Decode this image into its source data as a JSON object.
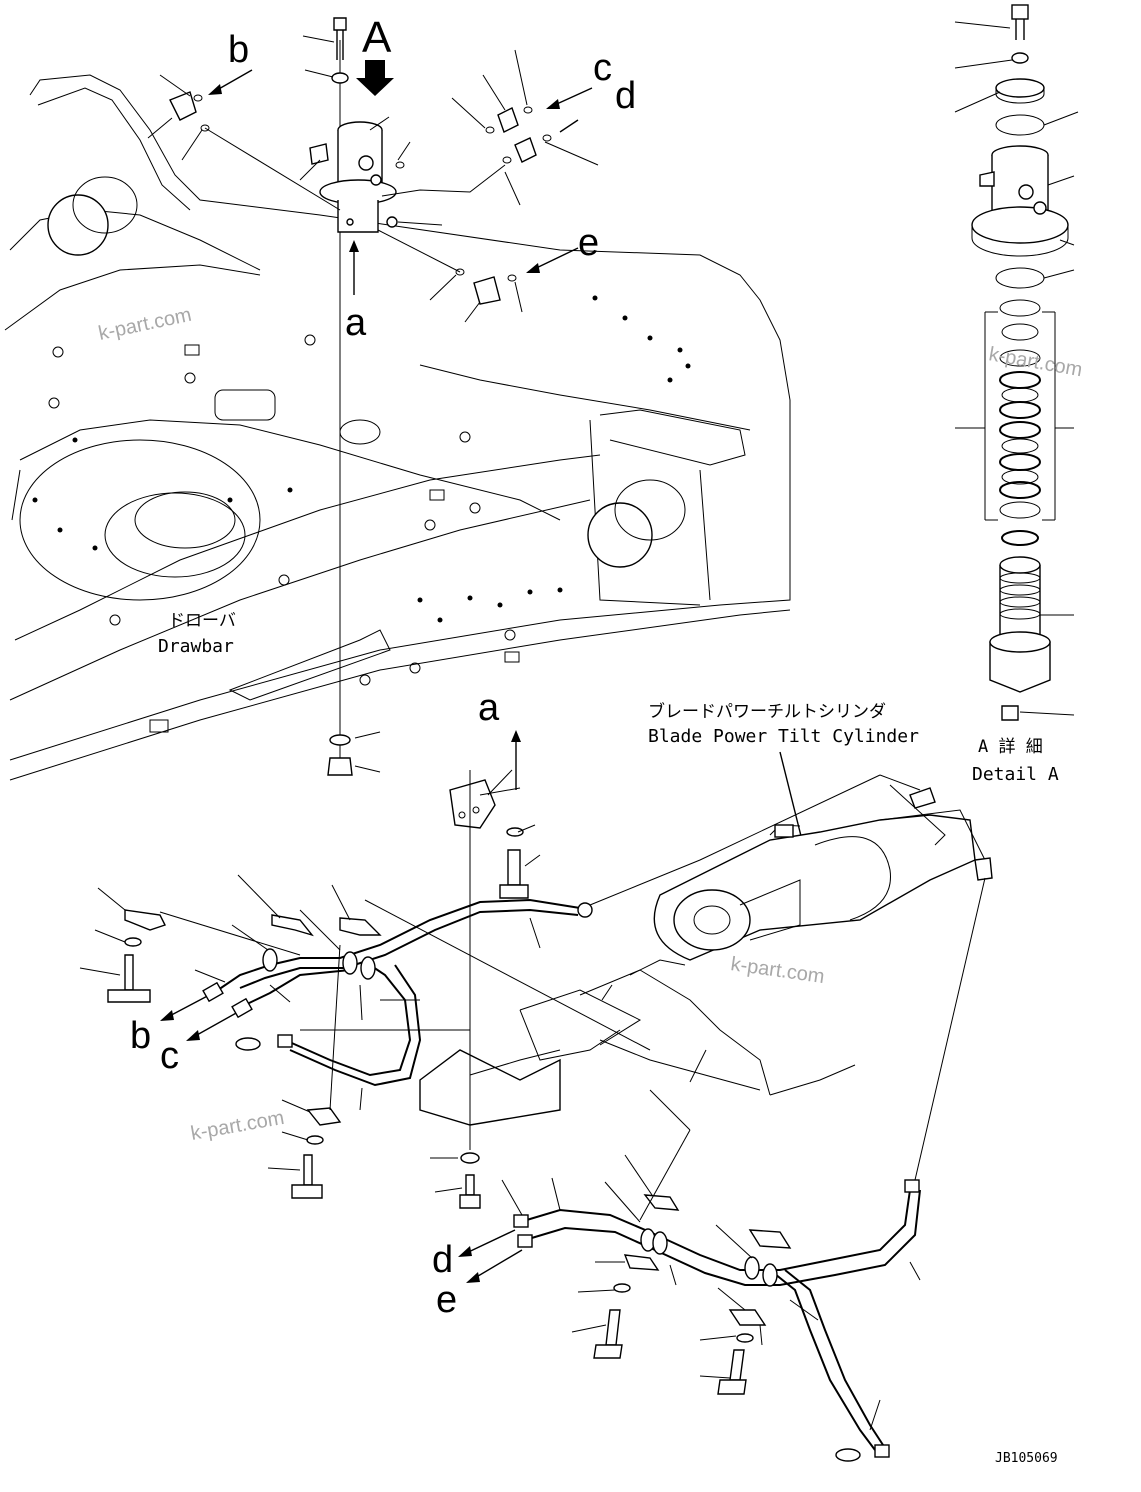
{
  "labels": {
    "view_A": "A",
    "port_a_top": "a",
    "port_a_mid": "a",
    "port_b_top": "b",
    "port_c_top": "c",
    "port_d_top": "d",
    "port_e_top": "e",
    "port_b_bot": "b",
    "port_c_bot": "c",
    "port_d_bot": "d",
    "port_e_bot": "e"
  },
  "drawbar": {
    "ja": "ドローバ",
    "en": "Drawbar"
  },
  "cylinder": {
    "ja": "ブレードパワーチルトシリンダ",
    "en": "Blade Power Tilt Cylinder"
  },
  "detail": {
    "ja": "A 詳 細",
    "en": "Detail A"
  },
  "watermark": "k-part.com",
  "drawing_number": "JB105069"
}
